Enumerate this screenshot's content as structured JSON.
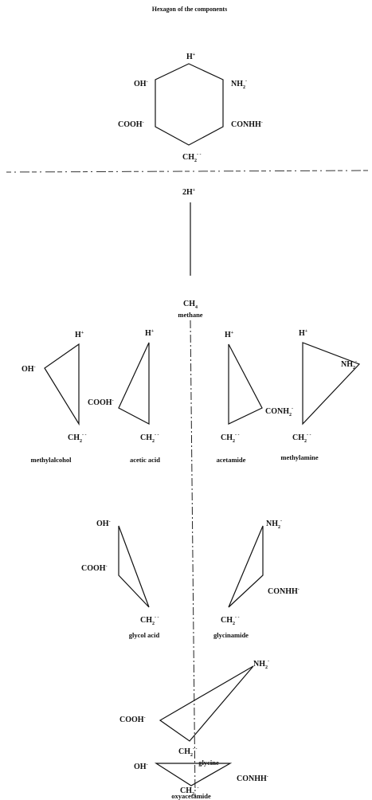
{
  "title": "Hexagon of the components",
  "hexagon": {
    "top": "H",
    "top_sup": "+",
    "upper_left": "OH",
    "upper_left_sup": "-",
    "upper_right": "NH",
    "upper_right_sub": "2",
    "upper_right_sup": "-",
    "lower_left": "COOH",
    "lower_left_sup": "-",
    "lower_right": "CONHH",
    "lower_right_sup": "-",
    "bottom": "CH",
    "bottom_sub": "2",
    "bottom_sup": "- -"
  },
  "stem": {
    "top": "2H",
    "top_sup": "+",
    "bottom": "CH",
    "bottom_sub": "4",
    "name": "methane"
  },
  "triangles_row1": [
    {
      "name": "methylalcohol",
      "top": "H",
      "top_sup": "+",
      "side": "OH",
      "side_sub": "",
      "side_sup": "-",
      "bottom": "CH",
      "bottom_sub": "2",
      "bottom_sup": "- -"
    },
    {
      "name": "acetic acid",
      "top": "H",
      "top_sup": "+",
      "side": "COOH",
      "side_sub": "",
      "side_sup": "-",
      "bottom": "CH",
      "bottom_sub": "2",
      "bottom_sup": "- -"
    },
    {
      "name": "acetamide",
      "top": "H",
      "top_sup": "+",
      "side": "CONH",
      "side_sub": "2",
      "side_sup": "-",
      "bottom": "CH",
      "bottom_sub": "2",
      "bottom_sup": "- -"
    },
    {
      "name": "methylamine",
      "top": "H",
      "top_sup": "+",
      "side": "NH",
      "side_sub": "2",
      "side_sup": "-",
      "bottom": "CH",
      "bottom_sub": "2",
      "bottom_sup": "- -"
    }
  ],
  "triangles_row2": [
    {
      "name": "glycol acid",
      "top": "OH",
      "top_sub": "",
      "top_sup": "-",
      "side": "COOH",
      "side_sup": "-",
      "bottom": "CH",
      "bottom_sub": "2",
      "bottom_sup": "- -"
    },
    {
      "name": "glycinamide",
      "top": "NH",
      "top_sub": "2",
      "top_sup": "-",
      "side": "CONHH",
      "side_sup": "-",
      "bottom": "CH",
      "bottom_sub": "2",
      "bottom_sup": "- -"
    }
  ],
  "glycine": {
    "name": "glycine",
    "top": "NH",
    "top_sub": "2",
    "top_sup": "-",
    "side": "COOH",
    "side_sup": "-",
    "bottom": "CH",
    "bottom_sub": "2",
    "bottom_sup": "- -"
  },
  "oxyacetamide": {
    "name": "oxyacetamide",
    "top": "OH",
    "top_sup": "-",
    "side": "CONHH",
    "side_sup": "-",
    "bottom": "CH",
    "bottom_sub": "2",
    "bottom_sup": "- -"
  }
}
